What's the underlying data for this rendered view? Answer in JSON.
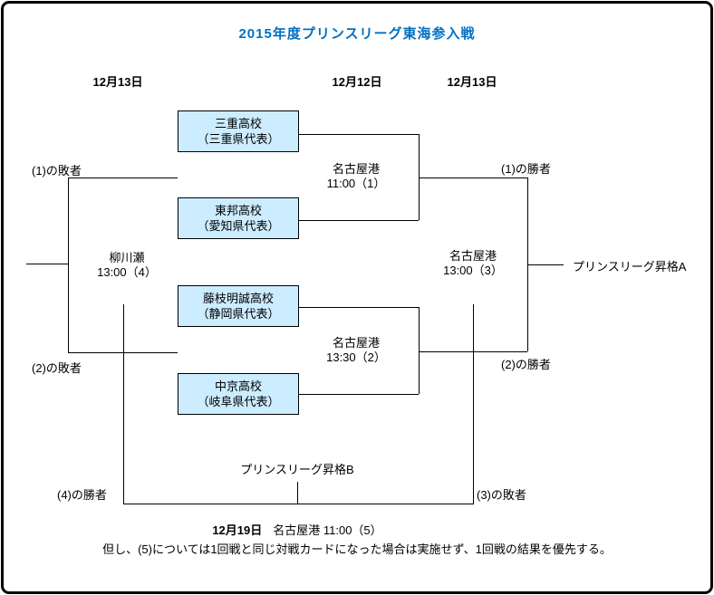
{
  "title": "2015年度プリンスリーグ東海参入戦",
  "dates": [
    "12月13日",
    "12月12日",
    "12月13日"
  ],
  "teams": [
    {
      "name": "三重高校",
      "pref": "（三重県代表）"
    },
    {
      "name": "東邦高校",
      "pref": "（愛知県代表）"
    },
    {
      "name": "藤枝明誠高校",
      "pref": "（静岡県代表）"
    },
    {
      "name": "中京高校",
      "pref": "（岐阜県代表）"
    }
  ],
  "matches": {
    "m1": {
      "venue": "名古屋港",
      "time": "11:00（1）"
    },
    "m2": {
      "venue": "名古屋港",
      "time": "13:30（2）"
    },
    "m3": {
      "venue": "名古屋港",
      "time": "13:00（3）"
    },
    "m4": {
      "venue": "柳川瀬",
      "time": "13:00（4）"
    },
    "m5": {
      "date": "12月19日",
      "details": "名古屋港 11:00（5）"
    }
  },
  "labels": {
    "loser_of_1": "(1)の敗者",
    "loser_of_2": "(2)の敗者",
    "winner_of_1": "(1)の勝者",
    "winner_of_2": "(2)の勝者",
    "winner_of_4": "(4)の勝者",
    "loser_of_3": "(3)の敗者",
    "promotion_a": "プリンスリーグ昇格A",
    "promotion_b": "プリンスリーグ昇格B"
  },
  "note": "但し、(5)については1回戦と同じ対戦カードになった場合は実施せず、1回戦の結果を優先する。",
  "colors": {
    "title_blue": "#0070C0",
    "team_box_fill": "#CCECFF",
    "line": "#000000"
  }
}
